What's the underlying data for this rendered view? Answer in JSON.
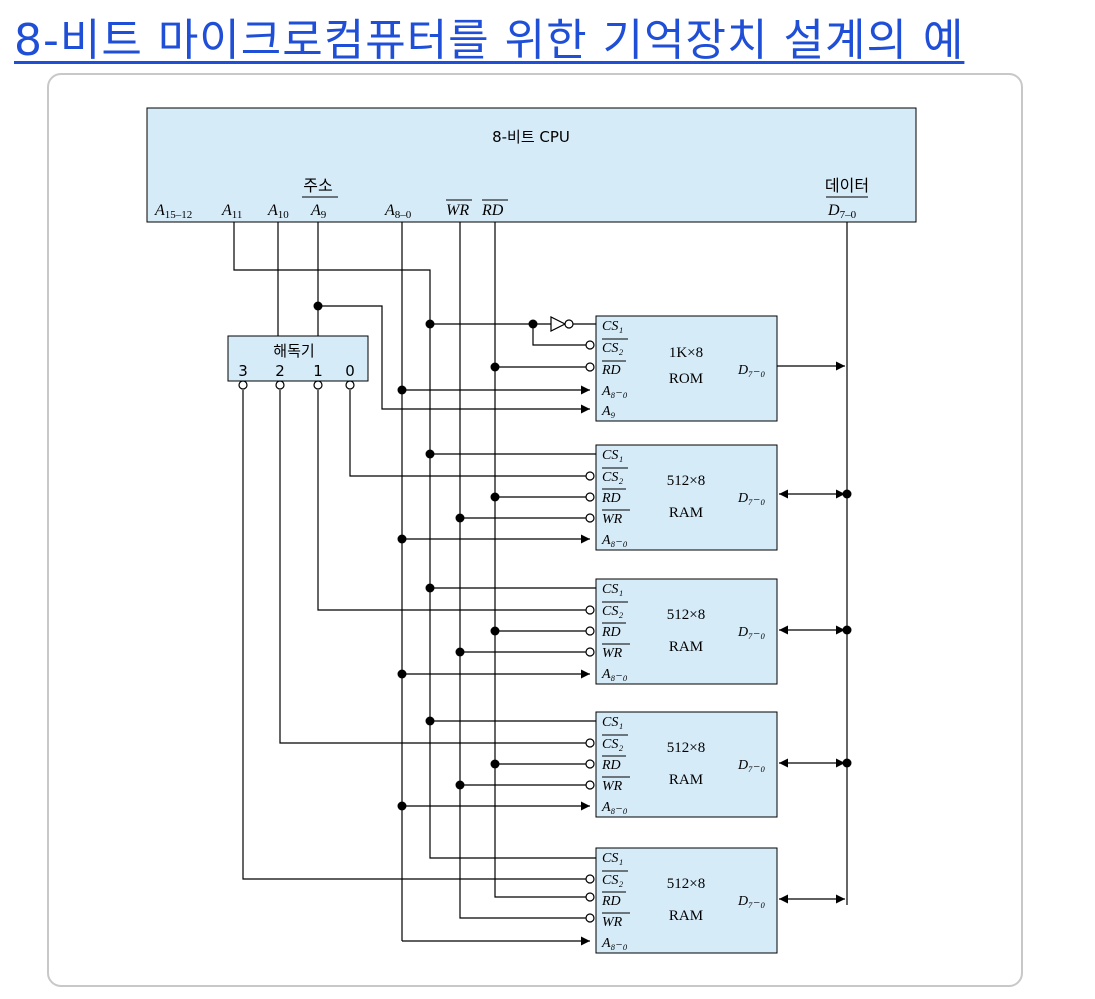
{
  "title": "8-비트 마이크로컴퓨터를 위한 기억장치 설계의 예",
  "colors": {
    "title": "#1f4fd6",
    "block_fill": "#d6ebf8",
    "line": "#000000"
  },
  "cpu": {
    "label": "8-비트 CPU",
    "address_group_label": "주소",
    "data_group_label": "데이터",
    "pins": {
      "a15_12": {
        "base": "A",
        "sub": "15–12"
      },
      "a11": {
        "base": "A",
        "sub": "11"
      },
      "a10": {
        "base": "A",
        "sub": "10"
      },
      "a9": {
        "base": "A",
        "sub": "9"
      },
      "a8_0": {
        "base": "A",
        "sub": "8–0"
      },
      "wr": "WR",
      "rd": "RD",
      "d7_0": {
        "base": "D",
        "sub": "7–0"
      }
    }
  },
  "decoder": {
    "label": "해독기",
    "outputs": [
      "3",
      "2",
      "1",
      "0"
    ]
  },
  "rom": {
    "size": "1K×8",
    "type": "ROM",
    "pins": {
      "cs1": "CS₁",
      "cs2": "CS₂",
      "rd": "RD",
      "a8_0": "A₈₋₀",
      "a9": "A₉"
    },
    "data": "D₇₋₀"
  },
  "rams": [
    {
      "size": "512×8",
      "type": "RAM",
      "cs1": "CS₁",
      "cs2": "CS₂",
      "rd": "RD",
      "wr": "WR",
      "a8_0": "A₈₋₀",
      "data": "D₇₋₀"
    },
    {
      "size": "512×8",
      "type": "RAM",
      "cs1": "CS₁",
      "cs2": "CS₂",
      "rd": "RD",
      "wr": "WR",
      "a8_0": "A₈₋₀",
      "data": "D₇₋₀"
    },
    {
      "size": "512×8",
      "type": "RAM",
      "cs1": "CS₁",
      "cs2": "CS₂",
      "rd": "RD",
      "wr": "WR",
      "a8_0": "A₈₋₀",
      "data": "D₇₋₀"
    },
    {
      "size": "512×8",
      "type": "RAM",
      "cs1": "CS₁",
      "cs2": "CS₂",
      "rd": "RD",
      "wr": "WR",
      "a8_0": "A₈₋₀",
      "data": "D₇₋₀"
    }
  ]
}
